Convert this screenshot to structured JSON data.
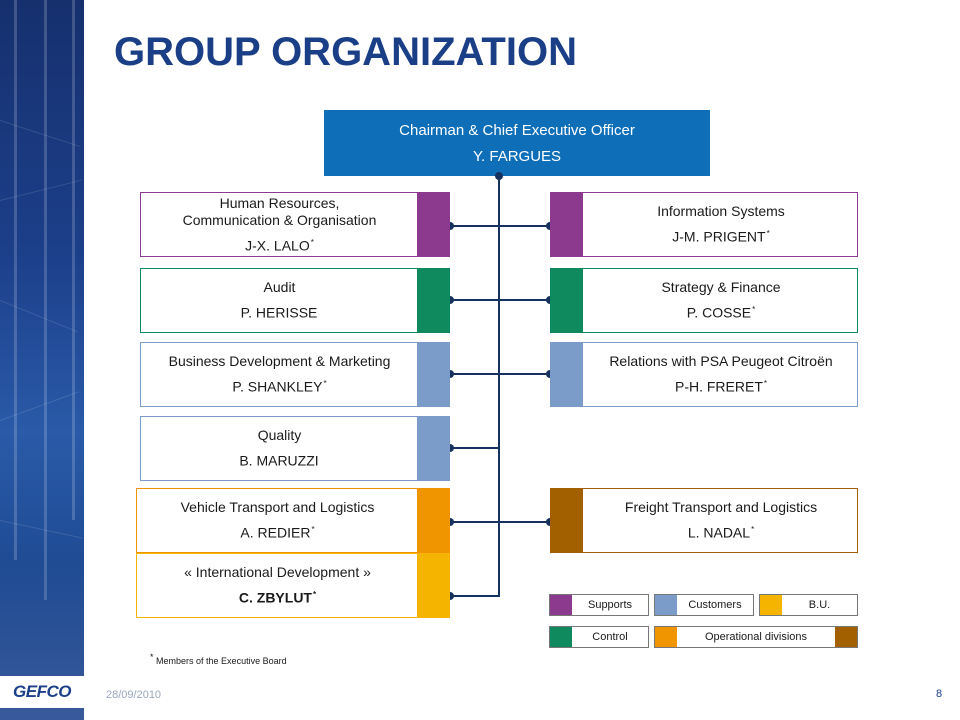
{
  "title": "GROUP ORGANIZATION",
  "logo": "GEFCO",
  "date": "28/09/2010",
  "page_number": "8",
  "colors": {
    "supports": "#8b3a8e",
    "control": "#0f8a5f",
    "customers": "#7b9cc8",
    "bu": "#f4b400",
    "operational_orange": "#f09500",
    "operational_brown": "#a36000",
    "ceo": "#0e6fb8",
    "connector": "#16325f"
  },
  "ceo": {
    "role": "Chairman & Chief Executive Officer",
    "name": "Y. FARGUES"
  },
  "left_departments": [
    {
      "role": "Human Resources,",
      "role2": "Communication & Organisation",
      "name": "J-X. LALO",
      "mark": "*",
      "category": "supports"
    },
    {
      "role": "Audit",
      "name": "P. HERISSE",
      "mark": "",
      "category": "control"
    },
    {
      "role": "Business Development & Marketing",
      "name": "P. SHANKLEY",
      "mark": "*",
      "category": "customers"
    },
    {
      "role": "Quality",
      "name": "B. MARUZZI",
      "mark": "",
      "category": "customers"
    },
    {
      "role": "Vehicle Transport and Logistics",
      "name": "A. REDIER",
      "mark": "*",
      "category": "operational_orange"
    },
    {
      "role": "« International Development »",
      "name": "C. ZBYLUT",
      "mark": "*",
      "category": "bu"
    }
  ],
  "right_departments": [
    {
      "role": "Information Systems",
      "name": "J-M. PRIGENT",
      "mark": "*",
      "category": "supports"
    },
    {
      "role": "Strategy & Finance",
      "name": "P. COSSE",
      "mark": "*",
      "category": "control"
    },
    {
      "role": "Relations with PSA Peugeot Citroën",
      "name": "P-H. FRERET",
      "mark": "*",
      "category": "customers"
    },
    {
      "role": "Freight Transport and Logistics",
      "name": "L. NADAL",
      "mark": "*",
      "category": "operational_brown"
    }
  ],
  "legend": {
    "supports": "Supports",
    "customers": "Customers",
    "bu": "B.U.",
    "control": "Control",
    "operational": "Operational divisions"
  },
  "footnote": {
    "mark": "*",
    "text": "Members of the Executive Board"
  }
}
